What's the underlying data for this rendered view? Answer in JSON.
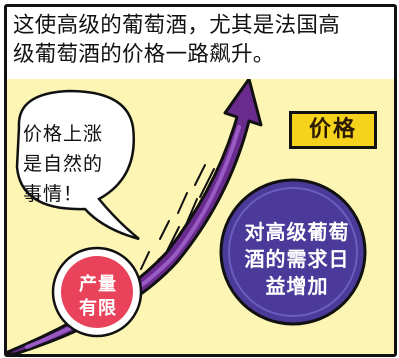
{
  "caption": {
    "line1": "这使高级的葡萄酒，尤其是法国高",
    "line2": "级葡萄酒的价格一路飙升。"
  },
  "speech_bubble": {
    "line1": "价格上涨",
    "line2": "是自然的",
    "line3": "事情！"
  },
  "price_label": "价格",
  "demand_circle": {
    "line1": "对高级葡萄",
    "line2": "酒的需求日",
    "line3": "益增加"
  },
  "supply_circle": {
    "line1": "产量",
    "line2": "有限"
  },
  "colors": {
    "background": "#fdf5b3",
    "arrow": "#6a2b8f",
    "demand_circle": "#4b3a9a",
    "supply_circle": "#e8435a",
    "price_label": "#f5d21c"
  },
  "icons": {
    "arrow": "upward-curved-arrow-icon"
  }
}
